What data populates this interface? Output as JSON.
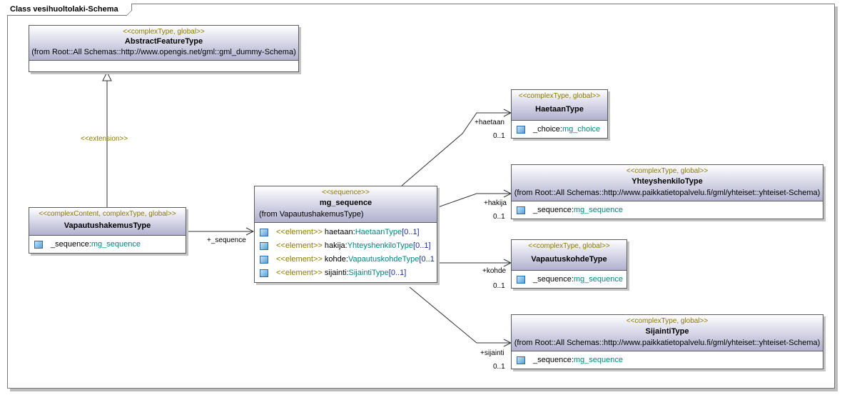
{
  "frame_title": "Class vesihuoltolaki-Schema",
  "classes": {
    "abstract_feature": {
      "stereotype": "<<complexType, global>>",
      "name": "AbstractFeatureType",
      "from": "(from Root::All Schemas::http://www.opengis.net/gml::gml_dummy-Schema)"
    },
    "vapautushakemus": {
      "stereotype": "<<complexContent, complexType, global>>",
      "name": "VapautushakemusType",
      "attribute": {
        "name": "_sequence:",
        "type": "mg_sequence"
      }
    },
    "mg_sequence": {
      "stereotype": "<<sequence>>",
      "name": "mg_sequence",
      "from": "(from VapautushakemusType)",
      "elements": [
        {
          "stereotype": "<<element>>",
          "name": " haetaan:",
          "type": "HaetaanType",
          "mult": "[0..1]"
        },
        {
          "stereotype": "<<element>>",
          "name": " hakija:",
          "type": "YhteyshenkiloType",
          "mult": "[0..1]"
        },
        {
          "stereotype": "<<element>>",
          "name": " kohde:",
          "type": "VapautuskohdeType",
          "mult": "[0..1"
        },
        {
          "stereotype": "<<element>>",
          "name": " sijainti:",
          "type": "SijaintiType",
          "mult": "[0..1]"
        }
      ]
    },
    "haetaan": {
      "stereotype": "<<complexType, global>>",
      "name": "HaetaanType",
      "attribute": {
        "name": "_choice:",
        "type": "mg_choice"
      }
    },
    "yhteyshenkilo": {
      "stereotype": "<<complexType, global>>",
      "name": "YhteyshenkiloType",
      "from": "(from Root::All Schemas::http://www.paikkatietopalvelu.fi/gml/yhteiset::yhteiset-Schema)",
      "attribute": {
        "name": "_sequence:",
        "type": "mg_sequence"
      }
    },
    "vapautuskohde": {
      "stereotype": "<<complexType, global>>",
      "name": "VapautuskohdeType",
      "attribute": {
        "name": "_sequence:",
        "type": "mg_sequence"
      }
    },
    "sijainti": {
      "stereotype": "<<complexType, global>>",
      "name": "SijaintiType",
      "from": "(from Root::All Schemas::http://www.paikkatietopalvelu.fi/gml/yhteiset::yhteiset-Schema)",
      "attribute": {
        "name": "_sequence:",
        "type": "mg_sequence"
      }
    }
  },
  "connectors": {
    "extension_label": "<<extension>>",
    "sequence_role": "+_sequence",
    "haetaan_role": "+haetaan",
    "haetaan_mult": "0..1",
    "hakija_role": "+hakija",
    "hakija_mult": "0..1",
    "kohde_role": "+kohde",
    "kohde_mult": "0..1",
    "sijainti_role": "+sijainti",
    "sijainti_mult": "0..1"
  }
}
